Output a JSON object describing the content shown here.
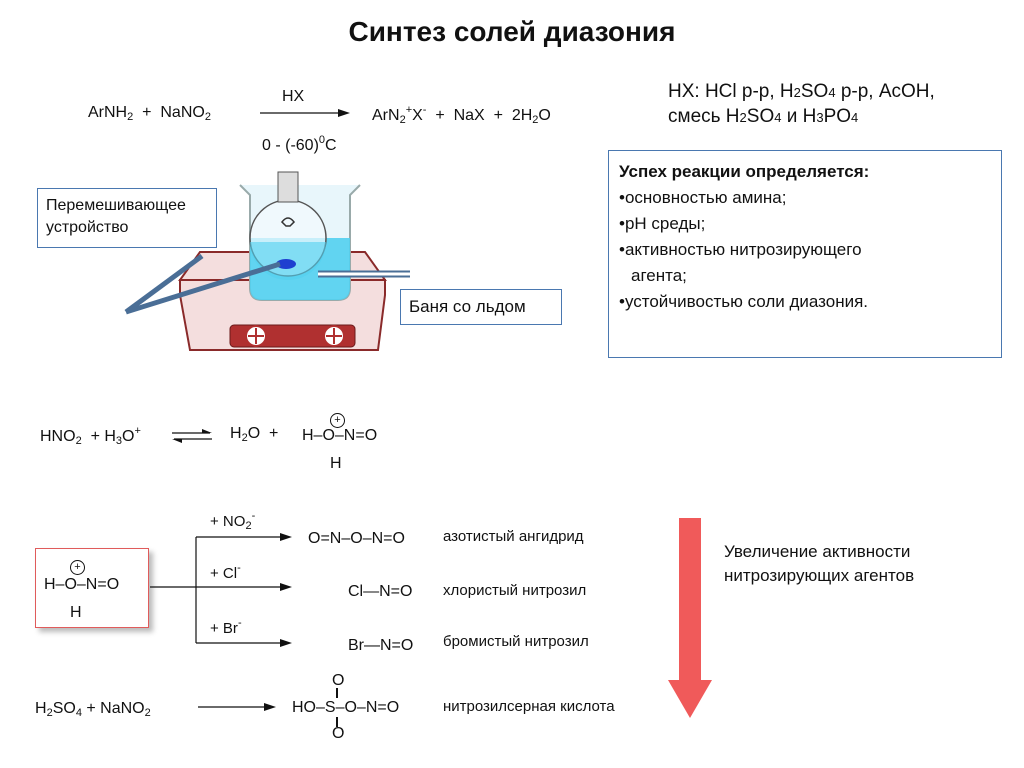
{
  "title": "Синтез солей диазония",
  "reaction1": {
    "reagent_text": "ArNH2 + NaNO2",
    "over_arrow": "HX",
    "under_arrow": "0 - (-60)0C",
    "product_text": "ArN2+X- + NaX + 2H2O"
  },
  "hx_note": {
    "line1": "HX: HCl р-р, H2SO4 р-р, AcOH,",
    "line2": "смесь H2SO4 и H3PO4"
  },
  "success_box": {
    "heading": "Успех реакции определяется:",
    "items": [
      "•основностью амина;",
      "•pH среды;",
      "•активностью нитрозирующего",
      "агента;",
      "•устойчивостью соли диазония."
    ]
  },
  "labels": {
    "stirrer": "Перемешивающее устройство",
    "ice_bath": "Баня со льдом"
  },
  "equilibrium": {
    "left": "HNO2 + H3O+",
    "right_prefix": "H2O +",
    "nitrosyl_main": "H–O–N=O",
    "nitrosyl_h": "H",
    "charge": "+"
  },
  "branches": [
    {
      "reagent": "+ NO2-",
      "product": "O=N–O–N=O",
      "name": "азотистый ангидрид"
    },
    {
      "reagent": "+ Cl-",
      "product": "Cl—N=O",
      "name": "хлористый нитрозил"
    },
    {
      "reagent": "+ Br-",
      "product": "Br—N=O",
      "name": "бромистый нитрозил"
    }
  ],
  "boxed_cation": {
    "main": "H–O–N=O",
    "h": "H",
    "charge": "+"
  },
  "last_reaction": {
    "reagent_text": "H2SO4 + NaNO2",
    "product": "HO–S–O–N=O",
    "o_top": "O",
    "o_bottom": "O",
    "name": "нитрозилсерная кислота"
  },
  "increase_label": "Увеличение активности нитрозирующих агентов",
  "colors": {
    "accent_blue": "#4a78b0",
    "arrow_red": "#f05a5a",
    "bath_red": "#b03030",
    "water_cyan": "#52d0f0"
  }
}
